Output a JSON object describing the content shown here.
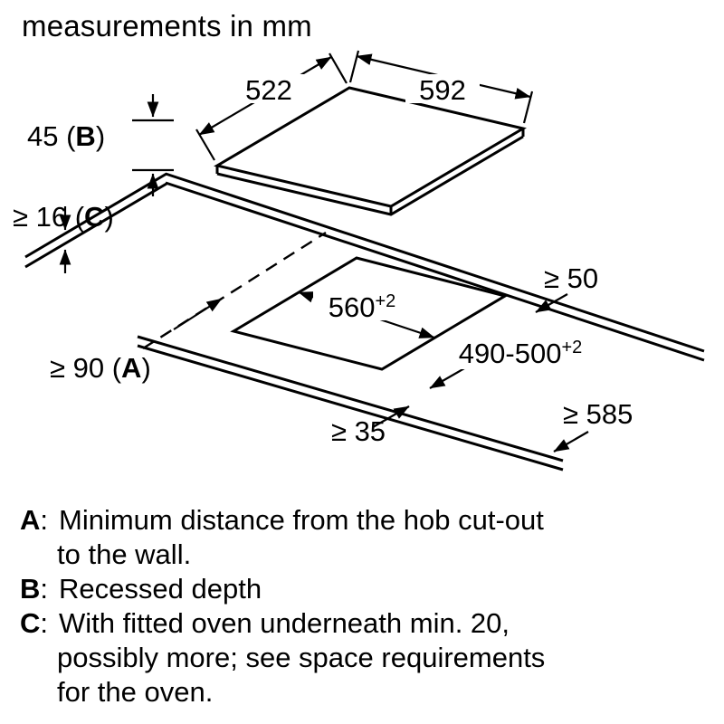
{
  "title": "measurements in mm",
  "colors": {
    "ink": "#000000",
    "background": "#ffffff"
  },
  "diagram": {
    "dims": {
      "hob_depth": "522",
      "hob_width": "592",
      "recess_value": "45 (",
      "recess_key": "B",
      "recess_close": ")",
      "counter_thickness_value": "≥ 16 (",
      "counter_thickness_key": "C",
      "counter_thickness_close": ")",
      "wall_distance_value": "≥ 90 (",
      "wall_distance_key": "A",
      "wall_distance_close": ")",
      "rear_clearance": "≥ 50",
      "cutout_width": "560",
      "cutout_width_tol": "+2",
      "cutout_depth": "490-500",
      "cutout_depth_tol": "+2",
      "front_clearance": "≥ 35",
      "min_counter_depth": "≥ 585"
    }
  },
  "legend": {
    "colon": ":",
    "items": [
      {
        "key": "A",
        "lines": [
          "Minimum distance from the hob cut-out",
          "to the wall."
        ]
      },
      {
        "key": "B",
        "lines": [
          "Recessed depth"
        ]
      },
      {
        "key": "C",
        "lines": [
          "With fitted oven underneath min. 20,",
          "possibly more; see space requirements",
          "for the oven."
        ]
      }
    ]
  }
}
